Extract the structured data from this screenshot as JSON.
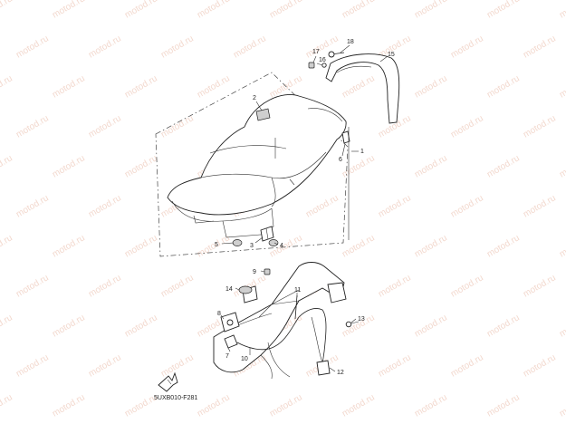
{
  "watermark": "motod.ru",
  "diagram_code": "5UXB010-F281",
  "callouts": {
    "c1": "1",
    "c2": "2",
    "c3": "3",
    "c4": "4",
    "c5": "5",
    "c6": "6",
    "c7": "7",
    "c8": "8",
    "c9": "9",
    "c10": "10",
    "c11": "11",
    "c12": "12",
    "c13": "13",
    "c14": "14",
    "c15": "15",
    "c16": "16",
    "c17": "17",
    "c18": "18"
  }
}
